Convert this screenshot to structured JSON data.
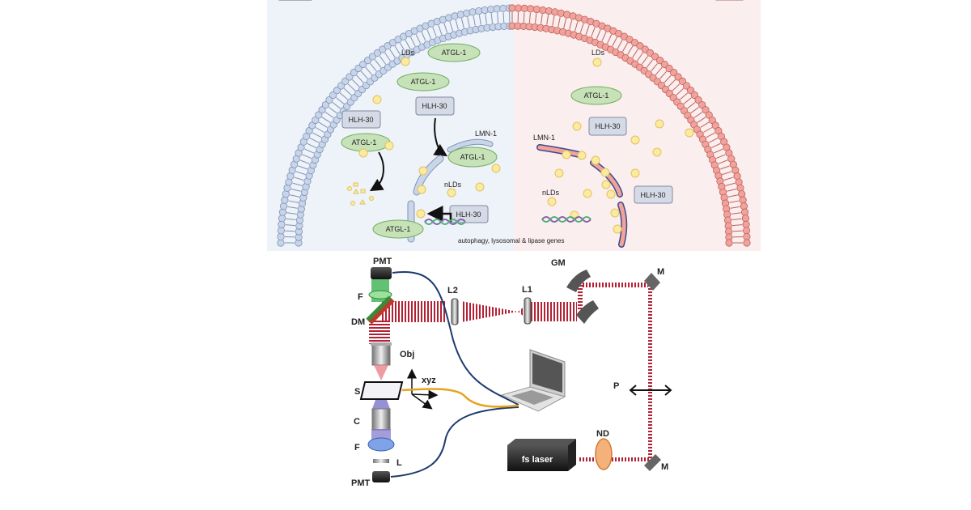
{
  "panel_top": {
    "left_panel": {
      "background": "#eef2f9",
      "membrane_color": "#c7d4ea",
      "labels": {
        "lds": "LDs",
        "atgl_a": "ATGL-1",
        "atgl_b": "ATGL-1",
        "hlh_a": "HLH-30",
        "hlh_b": "HLH-30",
        "atgl_c": "ATGL-1",
        "lmn": "LMN-1",
        "atgl_d": "ATGL-1",
        "nlds": "nLDs",
        "hlh_c": "HLH-30",
        "atgl_e": "ATGL-1"
      }
    },
    "right_panel": {
      "background": "#fbeeee",
      "membrane_color": "#f0a39c",
      "labels": {
        "lds": "LDs",
        "atgl": "ATGL-1",
        "hlh_a": "HLH-30",
        "lmn": "LMN-1",
        "nlds": "nLDs",
        "hlh_b": "HLH-30"
      }
    },
    "caption": "autophagy, lysosomal & lipase genes"
  },
  "setup": {
    "labels": {
      "pmt_top": "PMT",
      "f_top": "F",
      "dm": "DM",
      "obj": "Obj",
      "xyz": "xyz",
      "s": "S",
      "c": "C",
      "f_bottom": "F",
      "l": "L",
      "pmt_bottom": "PMT",
      "l2": "L2",
      "l1": "L1",
      "gm": "GM",
      "m_top": "M",
      "p": "P",
      "nd": "ND",
      "fs_laser": "fs laser",
      "m_bottom": "M"
    },
    "colors": {
      "beam": "#b22234",
      "cable_blue": "#1e3a6e",
      "cable_orange": "#e8a21e",
      "filter_green": "#6cc36c",
      "filter_blue": "#6d8fd8",
      "nd_orange": "#f4b27a"
    }
  }
}
